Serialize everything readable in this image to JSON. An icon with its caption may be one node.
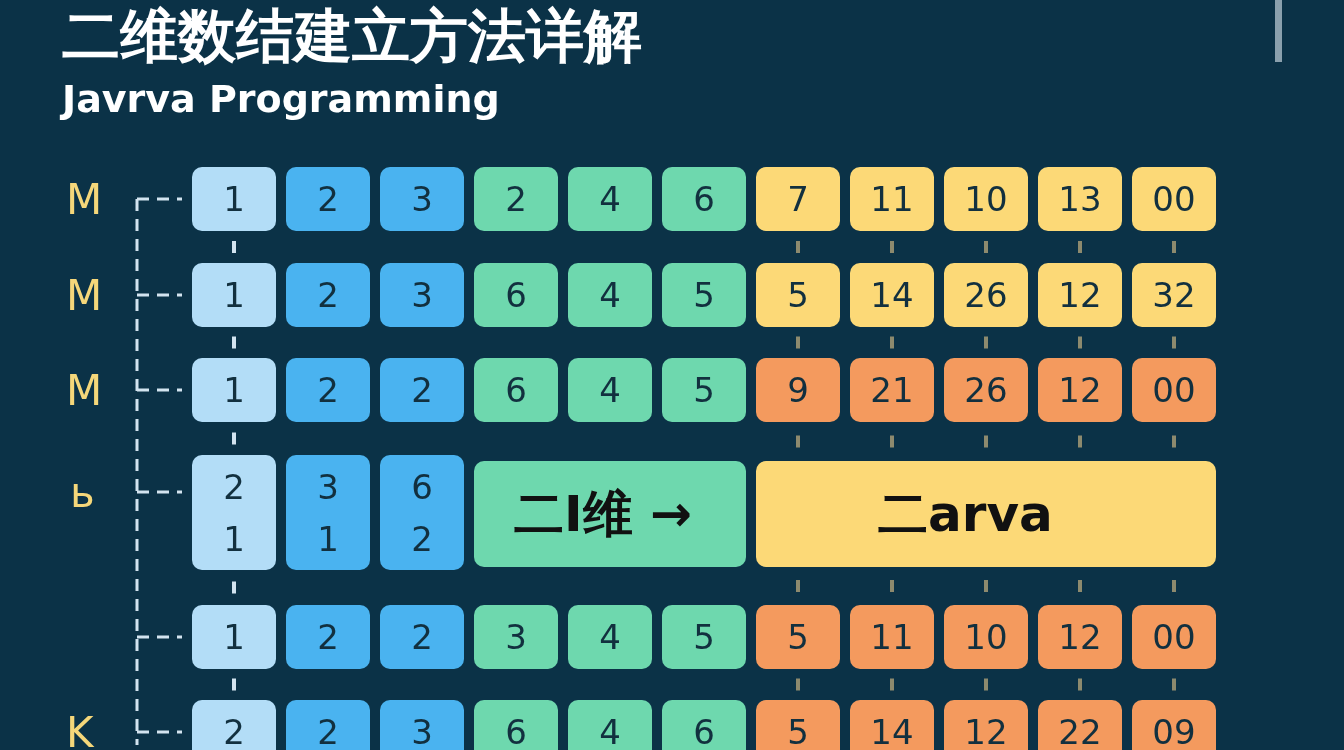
{
  "diagram": {
    "title": "二维数结建立方法详解",
    "nodes": [
      {
        "text": [
          "1"
        ]
      },
      {
        "text": [
          "2"
        ]
      },
      {
        "text": [
          "3"
        ]
      },
      {
        "text": [
          "2"
        ]
      },
      {
        "text": [
          "4"
        ]
      },
      {
        "text": [
          "6"
        ]
      },
      {
        "text": [
          "7"
        ]
      },
      {
        "text": [
          "11"
        ]
      },
      {
        "text": [
          "10"
        ]
      },
      {
        "text": [
          "13"
        ]
      },
      {
        "text": [
          "00"
        ]
      },
      {
        "text": [
          "1"
        ]
      },
      {
        "text": [
          "2"
        ]
      },
      {
        "text": [
          "3"
        ]
      },
      {
        "text": [
          "6"
        ]
      },
      {
        "text": [
          "4"
        ]
      },
      {
        "text": [
          "5"
        ]
      },
      {
        "text": [
          "5"
        ]
      },
      {
        "text": [
          "14"
        ]
      },
      {
        "text": [
          "26"
        ]
      },
      {
        "text": [
          "12"
        ]
      },
      {
        "text": [
          "32"
        ]
      },
      {
        "text": [
          "1"
        ]
      },
      {
        "text": [
          "2"
        ]
      },
      {
        "text": [
          "2"
        ]
      },
      {
        "text": [
          "6"
        ]
      },
      {
        "text": [
          "4"
        ]
      },
      {
        "text": [
          "5"
        ]
      },
      {
        "text": [
          "9"
        ]
      },
      {
        "text": [
          "21"
        ]
      },
      {
        "text": [
          "26"
        ]
      },
      {
        "text": [
          "12"
        ]
      },
      {
        "text": [
          "00"
        ]
      },
      {
        "text": [
          "2 1"
        ]
      },
      {
        "text": [
          "3 1"
        ]
      },
      {
        "text": [
          "6 2"
        ]
      },
      {
        "text": [
          "二I维 →"
        ]
      },
      {
        "text": [
          "二arva"
        ]
      },
      {
        "text": [
          "1"
        ]
      },
      {
        "text": [
          "2"
        ]
      },
      {
        "text": [
          "2"
        ]
      },
      {
        "text": [
          "3"
        ]
      },
      {
        "text": [
          "4"
        ]
      },
      {
        "text": [
          "5"
        ]
      },
      {
        "text": [
          "5"
        ]
      },
      {
        "text": [
          "11"
        ]
      },
      {
        "text": [
          "10"
        ]
      },
      {
        "text": [
          "12"
        ]
      },
      {
        "text": [
          "00"
        ]
      },
      {
        "text": [
          "2"
        ]
      },
      {
        "text": [
          "2"
        ]
      },
      {
        "text": [
          "3"
        ]
      },
      {
        "text": [
          "6"
        ]
      },
      {
        "text": [
          "4"
        ]
      },
      {
        "text": [
          "6"
        ]
      },
      {
        "text": [
          "5"
        ]
      },
      {
        "text": [
          "14"
        ]
      },
      {
        "text": [
          "12"
        ]
      },
      {
        "text": [
          "22"
        ]
      },
      {
        "text": [
          "09"
        ]
      }
    ],
    "edges": [
      {
        "from": 0,
        "to": 11,
        "arrow": "none",
        "style": "dashed",
        "color": "#d3e4f0"
      },
      {
        "from": 11,
        "to": 22,
        "arrow": "none",
        "style": "dashed",
        "color": "#d3e4f0"
      },
      {
        "from": 22,
        "to": 33,
        "arrow": "none",
        "style": "dashed",
        "color": "#d3e4f0"
      },
      {
        "from": 33,
        "to": 38,
        "arrow": "none",
        "style": "dashed",
        "color": "#d3e4f0"
      },
      {
        "from": 38,
        "to": 49,
        "arrow": "none",
        "style": "dashed",
        "color": "#d3e4f0"
      },
      {
        "from": 6,
        "to": 17,
        "arrow": "none",
        "style": "dashed"
      },
      {
        "from": 7,
        "to": 18,
        "arrow": "none",
        "style": "dashed"
      },
      {
        "from": 8,
        "to": 19,
        "arrow": "none",
        "style": "dashed"
      },
      {
        "from": 9,
        "to": 20,
        "arrow": "none",
        "style": "dashed"
      },
      {
        "from": 10,
        "to": 21,
        "arrow": "none",
        "style": "dashed"
      },
      {
        "from": 17,
        "to": 28,
        "arrow": "none",
        "style": "dashed"
      },
      {
        "from": 18,
        "to": 29,
        "arrow": "none",
        "style": "dashed"
      },
      {
        "from": 19,
        "to": 30,
        "arrow": "none",
        "style": "dashed"
      },
      {
        "from": 20,
        "to": 31,
        "arrow": "none",
        "style": "dashed"
      },
      {
        "from": 21,
        "to": 32,
        "arrow": "none",
        "style": "dashed"
      },
      {
        "from": 28,
        "to": 37,
        "arrow": "none",
        "style": "dashed"
      },
      {
        "from": 29,
        "to": 37,
        "arrow": "none",
        "style": "dashed"
      },
      {
        "from": 30,
        "to": 37,
        "arrow": "none",
        "style": "dashed"
      },
      {
        "from": 31,
        "to": 37,
        "arrow": "none",
        "style": "dashed"
      },
      {
        "from": 32,
        "to": 37,
        "arrow": "none",
        "style": "dashed"
      },
      {
        "from": 37,
        "to": 44,
        "arrow": "none",
        "style": "dashed"
      },
      {
        "from": 37,
        "to": 45,
        "arrow": "none",
        "style": "dashed"
      },
      {
        "from": 37,
        "to": 46,
        "arrow": "none",
        "style": "dashed"
      },
      {
        "from": 37,
        "to": 47,
        "arrow": "none",
        "style": "dashed"
      },
      {
        "from": 37,
        "to": 48,
        "arrow": "none",
        "style": "dashed"
      },
      {
        "from": 44,
        "to": 55,
        "arrow": "none",
        "style": "dashed"
      },
      {
        "from": 45,
        "to": 56,
        "arrow": "none",
        "style": "dashed"
      },
      {
        "from": 46,
        "to": 57,
        "arrow": "none",
        "style": "dashed"
      },
      {
        "from": 47,
        "to": 58,
        "arrow": "none",
        "style": "dashed"
      },
      {
        "from": 48,
        "to": 59,
        "arrow": "none",
        "style": "dashed"
      }
    ],
    "labels": [
      "Javrva Programming",
      "M",
      "M",
      "M",
      "ь",
      "K"
    ]
  }
}
